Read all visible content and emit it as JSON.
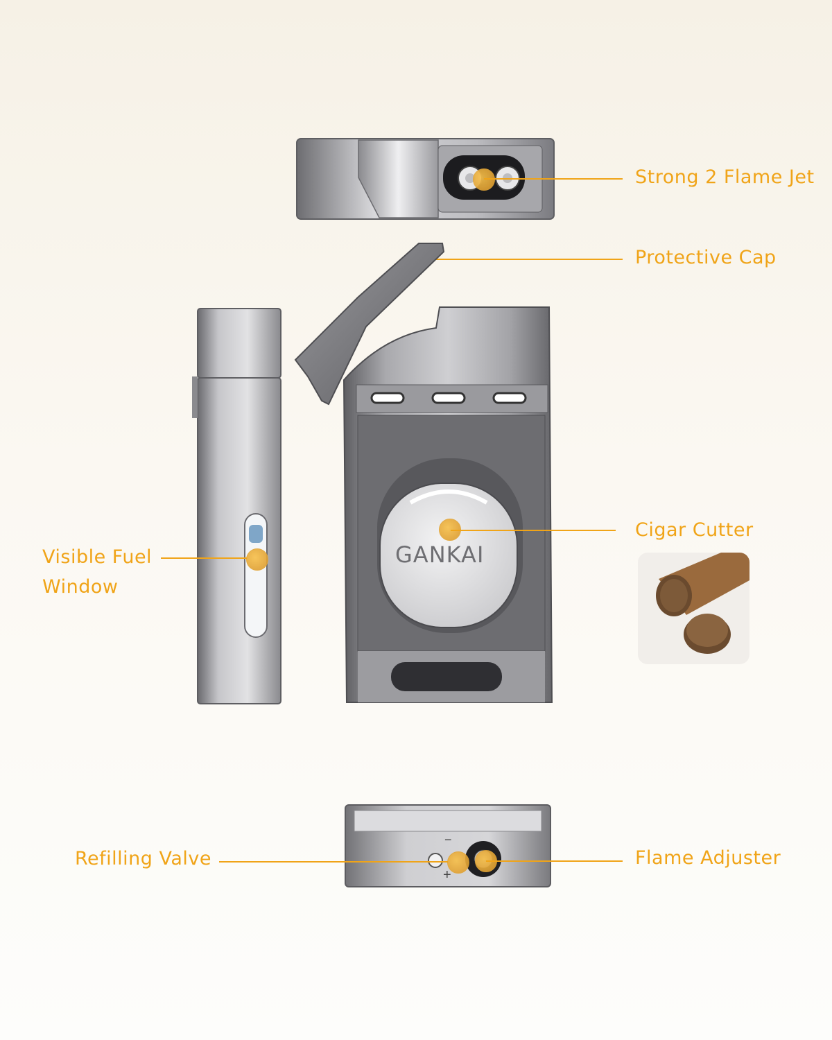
{
  "callouts": {
    "flame_jet": "Strong 2 Flame Jet",
    "protective_cap": "Protective Cap",
    "cigar_cutter": "Cigar Cutter",
    "fuel_window_line1": "Visible Fuel",
    "fuel_window_line2": "Window",
    "refilling_valve": "Refilling Valve",
    "flame_adjuster": "Flame Adjuster"
  },
  "brand_logo_text": "GANKAI",
  "valve_marks": {
    "minus": "−",
    "plus": "+"
  },
  "colors": {
    "accent": "#f0a418",
    "metal_dark": "#5c5c60",
    "metal_light": "#e4e4e6"
  }
}
